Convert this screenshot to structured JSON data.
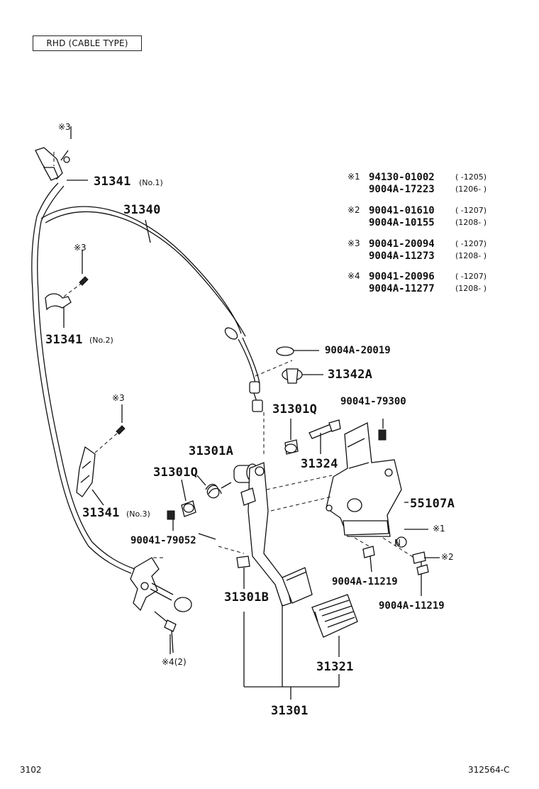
{
  "header": {
    "variant_label": "RHD (CABLE TYPE)"
  },
  "parts": {
    "p31341_no1": "31341",
    "p31341_no1_sub": "(No.1)",
    "p31340": "31340",
    "p31341_no2": "31341",
    "p31341_no2_sub": "(No.2)",
    "p9004a_20019": "9004A-20019",
    "p31342a": "31342A",
    "p31301q_top": "31301Q",
    "p90041_79300": "90041-79300",
    "p31301a": "31301A",
    "p31324": "31324",
    "p31301q_left": "31301Q",
    "p55107a": "55107A",
    "p31341_no3": "31341",
    "p31341_no3_sub": "(No.3)",
    "p90041_79052": "90041-79052",
    "p9004a_11219_a": "9004A-11219",
    "p9004a_11219_b": "9004A-11219",
    "p31301b": "31301B",
    "p31321": "31321",
    "p31301": "31301"
  },
  "notes": {
    "n3_top": "※3",
    "n3_mid": "※3",
    "n3_low": "※3",
    "n1": "※1",
    "n2": "※2",
    "n4": "※4(2)",
    "nut_n": "N"
  },
  "legend": [
    {
      "mark": "※1",
      "line1": "94130-01002",
      "range1": "(      -1205)",
      "line2": "9004A-17223",
      "range2": "(1206-       )"
    },
    {
      "mark": "※2",
      "line1": "90041-01610",
      "range1": "(      -1207)",
      "line2": "9004A-10155",
      "range2": "(1208-       )"
    },
    {
      "mark": "※3",
      "line1": "90041-20094",
      "range1": "(      -1207)",
      "line2": "9004A-11273",
      "range2": "(1208-       )"
    },
    {
      "mark": "※4",
      "line1": "90041-20096",
      "range1": "(      -1207)",
      "line2": "9004A-11277",
      "range2": "(1208-       )"
    }
  ],
  "footer": {
    "left_code": "3102",
    "right_code": "312564-C"
  }
}
